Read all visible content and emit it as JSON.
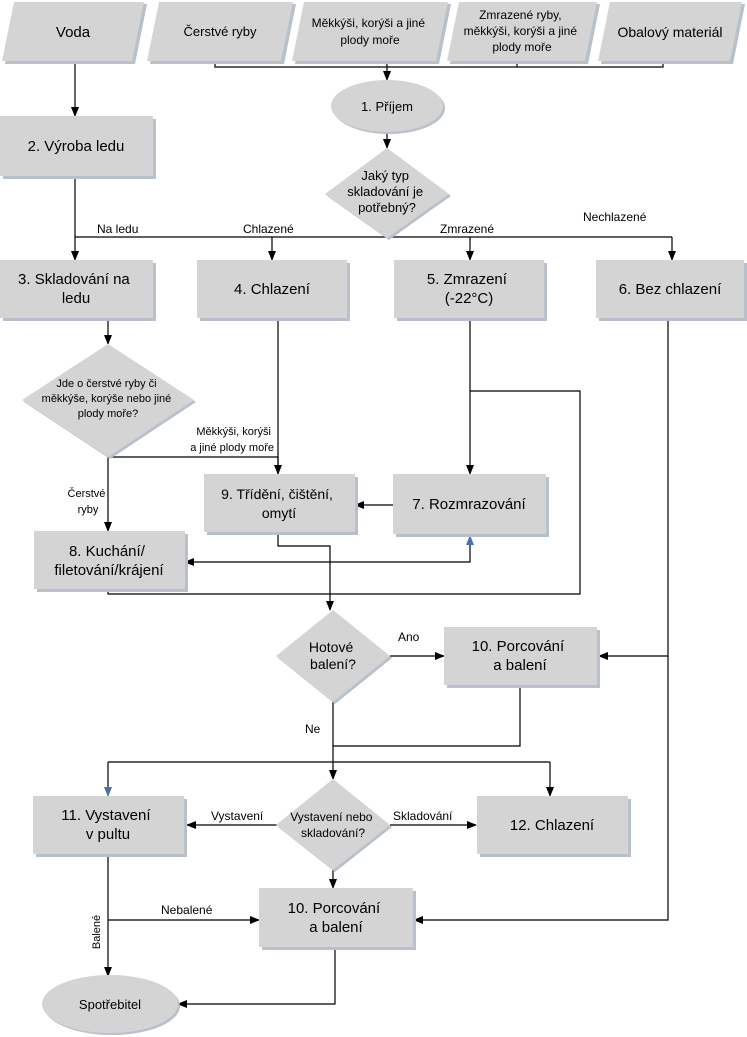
{
  "inputs": {
    "voda": "Voda",
    "ryby": "Čerstvé ryby",
    "mekkysi": [
      "Měkkýši, korýši a jiné",
      "plody moře"
    ],
    "zmrazene": [
      "Zmrazené ryby,",
      "měkkýši, korýši a jiné",
      "plody moře"
    ],
    "obal": "Obalový materiál"
  },
  "steps": {
    "prijem": "1. Příjem",
    "vyroba_ledu": "2. Výroba ledu",
    "skladovani_led": [
      "3. Skladování na",
      "ledu"
    ],
    "chlazeni": "4. Chlazení",
    "zmrazeni": [
      "5. Zmrazení",
      "(-22°C)"
    ],
    "bez_chlazeni": "6. Bez chlazení",
    "rozmrazovani": "7. Rozmrazování",
    "kuchani": [
      "8. Kuchání/",
      "filetování/krájení"
    ],
    "trideni": [
      "9. Třídění, čištění,",
      "omytí"
    ],
    "porcovani_1": [
      "10. Porcování",
      "a balení"
    ],
    "vystaveni": [
      "11. Vystavení",
      "v pultu"
    ],
    "chlazeni_12": "12. Chlazení",
    "porcovani_2": [
      "10. Porcování",
      "a balení"
    ],
    "spotrebitel": "Spotřebitel"
  },
  "decisions": {
    "typ_skladovani": [
      "Jaký typ",
      "skladování je",
      "potřebný?"
    ],
    "cerstve_ci": [
      "Jde o čerstvé ryby či",
      "měkkýše, korýše nebo jiné",
      "plody moře?"
    ],
    "hotove_baleni": [
      "Hotové",
      "balení?"
    ],
    "vystaveni_nebo": [
      "Vystavení nebo",
      "skladování?"
    ]
  },
  "edge_labels": {
    "na_ledu": "Na ledu",
    "chlazene": "Chlazené",
    "zmrazene": "Zmrazené",
    "nechlazene": "Nechlazené",
    "mekkysi": [
      "Měkkýši, korýši",
      "a jiné plody moře"
    ],
    "cerstve": [
      "Čerstvé",
      "ryby"
    ],
    "ano": "Ano",
    "ne": "Ne",
    "vystaveni": "Vystavení",
    "skladovani": "Skladování",
    "nebalene": "Nebalené",
    "balene": "Balené"
  },
  "colors": {
    "shape_fill": "#d4d4d4",
    "shape_shadow": "#b8c0cc",
    "line": "#000000",
    "accent_arrow": "#4a72b0"
  }
}
